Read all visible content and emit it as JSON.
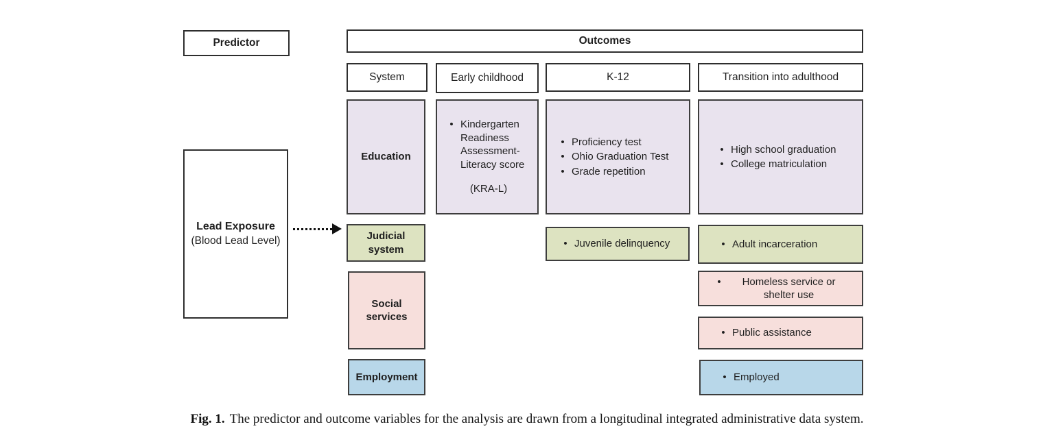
{
  "colors": {
    "education_fill": "#e9e3ee",
    "judicial_fill": "#dde3c1",
    "social_fill": "#f7dfdc",
    "employment_fill": "#b8d7e9"
  },
  "icons": {
    "bullet": "•"
  },
  "predictor": {
    "header": "Predictor",
    "lead_title": "Lead Exposure",
    "lead_subtitle": "(Blood Lead Level)"
  },
  "outcomes": {
    "header": "Outcomes",
    "columns": {
      "system": "System",
      "early_childhood": "Early childhood",
      "k12": "K-12",
      "adulthood": "Transition into adulthood"
    }
  },
  "systems": {
    "education": "Education",
    "judicial": "Judicial system",
    "social": "Social services",
    "employment": "Employment"
  },
  "cells": {
    "early_childhood_education": {
      "bullets": [
        "Kindergarten Readiness Assessment-Literacy score"
      ],
      "note": "(KRA-L)"
    },
    "k12_education": {
      "bullets": [
        "Proficiency test",
        "Ohio Graduation Test",
        "Grade repetition"
      ]
    },
    "adulthood_education": {
      "bullets": [
        "High school graduation",
        "College matriculation"
      ]
    },
    "k12_judicial": {
      "bullets": [
        "Juvenile delinquency"
      ]
    },
    "adulthood_judicial": {
      "bullets": [
        "Adult incarceration"
      ]
    },
    "adulthood_social_shelter": {
      "bullets": [
        "Homeless service or shelter use"
      ]
    },
    "adulthood_social_assistance": {
      "bullets": [
        "Public assistance"
      ]
    },
    "adulthood_employment": {
      "bullets": [
        "Employed"
      ]
    }
  },
  "caption": {
    "label": "Fig. 1.",
    "text": "The predictor and outcome variables for the analysis are drawn from a longitudinal integrated administrative data system."
  }
}
